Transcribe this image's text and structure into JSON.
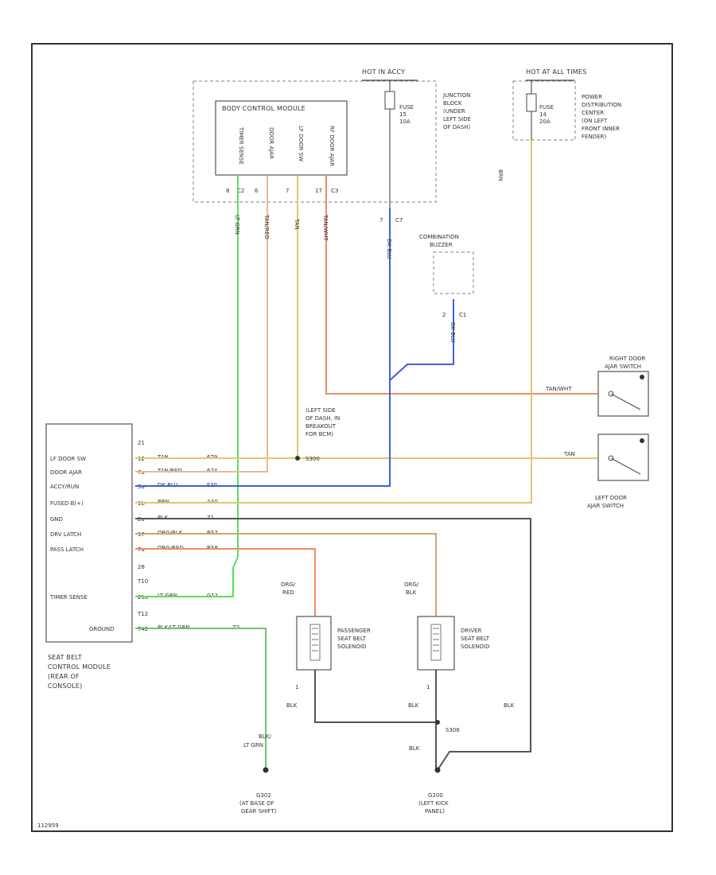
{
  "colors": {
    "lt_grn": "#5ddc5d",
    "tan_red": "#f0b890",
    "tan": "#e9c66a",
    "tan_wht": "#f08a6a",
    "dk_blu": "#3b62de",
    "brn": "#e6c26a",
    "org_blk": "#d8a070",
    "org_red": "#f28a6a",
    "blk": "#555555",
    "blk_lt_grn": "#6ec66e"
  },
  "sources": {
    "hot_in_accy": "HOT IN ACCY",
    "hot_at_all_times": "HOT AT ALL TIMES",
    "fuse_15": [
      "FUSE",
      "15",
      "10A"
    ],
    "fuse_14": [
      "FUSE",
      "14",
      "20A"
    ],
    "junction_block": [
      "JUNCTION",
      "BLOCK",
      "(UNDER",
      "LEFT SIDE",
      "OF DASH)"
    ],
    "power_distribution": [
      "POWER",
      "DISTRIBUTION",
      "CENTER",
      "(ON LEFT",
      "FRONT INNER",
      "FENDER)"
    ]
  },
  "bcm": {
    "title": "BODY CONTROL MODULE",
    "pins": [
      "TIMER SENSE",
      "DOOR AJAR",
      "LF DOOR SW",
      "RF DOOR AJAR"
    ],
    "connectors": [
      "8",
      "C2",
      "6",
      "7",
      "17",
      "C3"
    ],
    "fuse_connector": [
      "7",
      "C7"
    ]
  },
  "combination_buzzer": {
    "label": [
      "COMBINATION",
      "BUZZER"
    ],
    "connector": [
      "2",
      "C1"
    ]
  },
  "wires": {
    "lt_grn": "LT GRN",
    "tan_red": "TAN/RED",
    "tan": "TAN",
    "tan_wht": "TAN/WHT",
    "dk_blu": "DK BLU",
    "brn": "BRN",
    "blk": "BLK",
    "blk_lt_grn": [
      "BLK/",
      "LT GRN"
    ],
    "org_red": [
      "ORG/",
      "RED"
    ],
    "org_blk": [
      "ORG/",
      "BLK"
    ],
    "s300_label": "S300",
    "s306_label": "S306",
    "splice_note": [
      "(LEFT SIDE",
      "OF DASH, IN",
      "BREAKOUT",
      "FOR BCM)"
    ]
  },
  "seat_belt_module": {
    "rows": [
      {
        "pin": "21",
        "label": ""
      },
      {
        "pin": "12",
        "label": "LF DOOR SW",
        "wire": "TAN",
        "circuit": "679"
      },
      {
        "pin": "7a",
        "label": "DOOR AJAR",
        "wire": "TAN/RED",
        "circuit": "674"
      },
      {
        "pin": "3a",
        "label": "ACCY/RUN",
        "wire": "DK BLU",
        "circuit": "F30"
      },
      {
        "pin": "1b",
        "label": "FUSED B(+)",
        "wire": "BRN",
        "circuit": "A40"
      },
      {
        "pin": "2a",
        "label": "GND",
        "wire": "BLK",
        "circuit": "Z1"
      },
      {
        "pin": "17",
        "label": "DRV LATCH",
        "wire": "ORG/BLK",
        "circuit": "R57"
      },
      {
        "pin": "7a",
        "label": "PASS LATCH",
        "wire": "ORG/RED",
        "circuit": "R58"
      },
      {
        "pin": "28",
        "label": ""
      },
      {
        "pin": "T10",
        "label": ""
      },
      {
        "pin": "21a",
        "label": "TIMER SENSE",
        "wire": "LT GRN",
        "circuit": "G11"
      },
      {
        "pin": "T12",
        "label": ""
      },
      {
        "pin": "T42",
        "label": "GROUND",
        "wire": "BLK/LT GRN",
        "circuit": "Z2"
      }
    ],
    "caption": [
      "SEAT BELT",
      "CONTROL MODULE",
      "(REAR OF",
      "CONSOLE)"
    ]
  },
  "switches": {
    "right": {
      "label": [
        "RIGHT DOOR",
        "AJAR SWITCH"
      ],
      "wire": "TAN/WHT"
    },
    "left": {
      "label": [
        "LEFT DOOR",
        "AJAR SWITCH"
      ],
      "wire": "TAN"
    }
  },
  "solenoids": {
    "passenger": {
      "label": [
        "PASSENGER",
        "SEAT BELT",
        "SOLENOID"
      ],
      "pin": "1"
    },
    "driver": {
      "label": [
        "DRIVER",
        "SEAT BELT",
        "SOLENOID"
      ],
      "pin": "1"
    }
  },
  "grounds": {
    "g302": [
      "G302",
      "(AT BASE OF",
      "GEAR SHIFT)"
    ],
    "g200": [
      "G200",
      "(LEFT KICK",
      "PANEL)"
    ]
  },
  "footer": "112959"
}
